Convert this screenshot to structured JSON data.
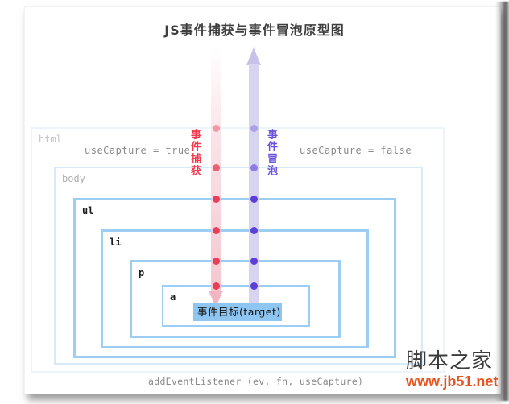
{
  "title": "JS事件捕获与事件冒泡原型图",
  "capture_label": "事件捕获",
  "bubble_label": "事件冒泡",
  "use_capture_true": "useCapture = true",
  "use_capture_false": "useCapture = false",
  "dom_nodes": [
    {
      "tag": "html"
    },
    {
      "tag": "body"
    },
    {
      "tag": "ul"
    },
    {
      "tag": "li"
    },
    {
      "tag": "p"
    },
    {
      "tag": "a"
    }
  ],
  "target_label": "事件目标(target)",
  "footer_code": "addEventListener (ev, fn, useCapture)",
  "watermark": {
    "site_name": "脚本之家",
    "site_url": "www.jb51.net"
  },
  "colors": {
    "capture_red": "#f23950",
    "capture_arrow": "#f2b6c3",
    "bubble_purple": "#6952dd",
    "bubble_arrow": "#d7d4f0",
    "dot_red": "#e93e58",
    "dot_purple": "#5b3ed8",
    "box_border_blue": "#9ccef5",
    "target_bg": "#8ec6f1",
    "annotation_gray": "#8a8a8a",
    "watermark_orange": "#e8531f"
  }
}
